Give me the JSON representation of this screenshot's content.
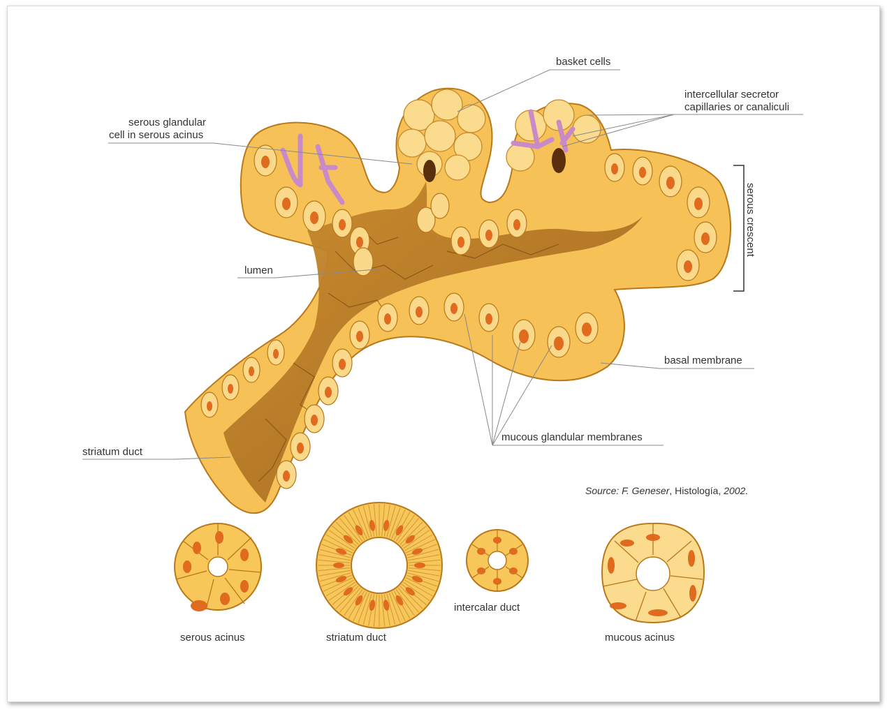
{
  "labels": {
    "basket_cells": "basket cells",
    "intercellular_1": "intercellular secretor",
    "intercellular_2": "capillaries or canaliculi",
    "serous_glandular_1": "serous glandular",
    "serous_glandular_2": "cell in serous acinus",
    "serous_crescent": "serous crescent",
    "lumen": "lumen",
    "basal_membrane": "basal membrane",
    "mucous_membranes": "mucous glandular membranes",
    "striatum_duct_main": "striatum duct"
  },
  "source": {
    "prefix": "Source: F. Geneser",
    "book": ", Histología, ",
    "year": "2002."
  },
  "sections": [
    {
      "label": "serous acinus"
    },
    {
      "label": "striatum duct"
    },
    {
      "label": "intercalar duct"
    },
    {
      "label": "mucous acinus"
    }
  ],
  "colors": {
    "cell_fill": "#f7c75a",
    "cell_light": "#fde7a6",
    "cell_dark": "#c98a1c",
    "nucleus": "#e06a1e",
    "lumen_brown": "#b9782a",
    "canaliculi": "#c98ac8"
  }
}
